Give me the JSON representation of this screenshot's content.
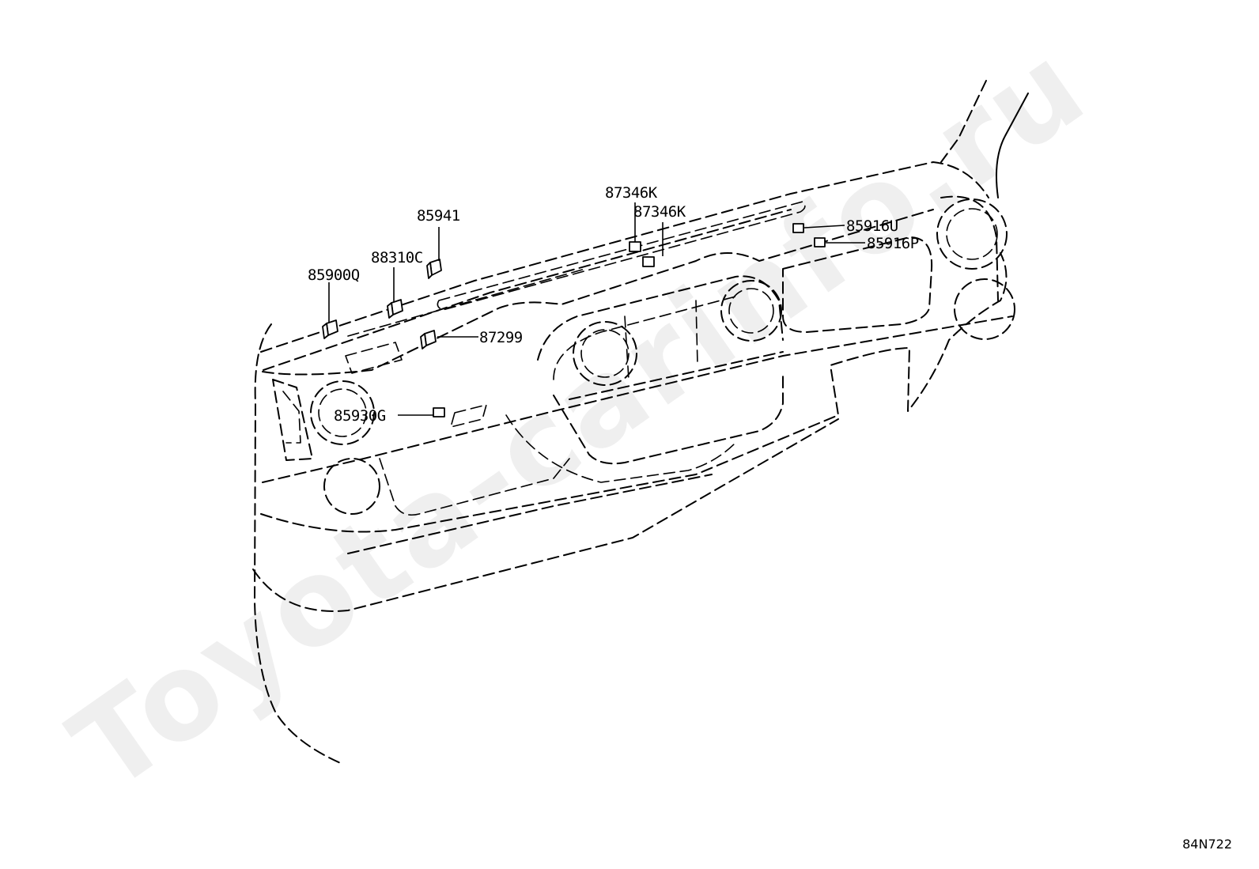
{
  "watermark": "Toyota-carinfo.ru",
  "diagram_code": "84N722",
  "callouts": {
    "c85941": "85941",
    "c88310C": "88310C",
    "c85900Q": "85900Q",
    "c87299": "87299",
    "c85930G": "85930G",
    "c87346K_a": "87346K",
    "c87346K_b": "87346K",
    "c85916U": "85916U",
    "c85916P": "85916P"
  }
}
